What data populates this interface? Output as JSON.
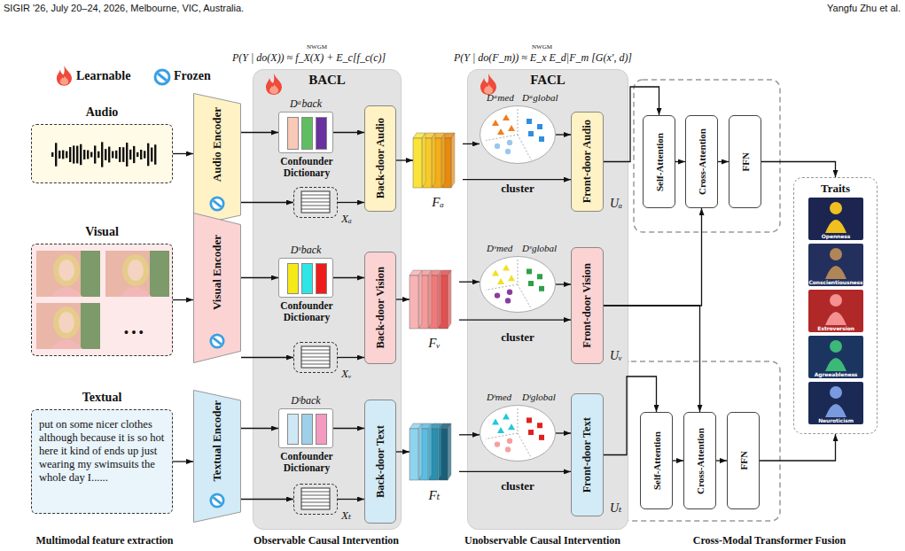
{
  "diagram": {
    "nodes": [
      {
        "text": [
          "Audio"
        ]
      },
      {
        "text": [
          "Visual"
        ]
      },
      {
        "text": [
          "Textual",
          "put on some nicer clothes although because it is so hot here it kind of ends up just wearing my swimsuits the whole day I......"
        ]
      },
      {
        "text": [
          "Audio Encoder"
        ]
      },
      {
        "text": [
          "Visual Encoder"
        ]
      },
      {
        "text": [
          "Textual Encoder"
        ]
      },
      {
        "text": [
          "BACL"
        ]
      },
      {
        "text": [
          "Dᵃback",
          "Confounder Dictionary"
        ],
        "in": 6
      },
      {
        "text": [
          "Xₐ"
        ],
        "in": 6
      },
      {
        "text": [
          "Back-door Audio"
        ],
        "in": 6
      },
      {
        "text": [
          "Dᵛback",
          "Confounder Dictionary"
        ],
        "in": 6
      },
      {
        "text": [
          "Xᵥ"
        ],
        "in": 6
      },
      {
        "text": [
          "Back-door Vision"
        ],
        "in": 6
      },
      {
        "text": [
          "Dᵗback",
          "Confounder Dictionary"
        ],
        "in": 6
      },
      {
        "text": [
          "Xₜ"
        ],
        "in": 6
      },
      {
        "text": [
          "Back-door Text"
        ],
        "in": 6
      },
      {
        "text": [
          "Fₐ"
        ]
      },
      {
        "text": [
          "Fᵥ"
        ]
      },
      {
        "text": [
          "Fₜ"
        ]
      },
      {
        "text": [
          "FACL"
        ]
      },
      {
        "text": [
          "Dᵃmed",
          "Dᵃglobal",
          "cluster"
        ],
        "in": 19
      },
      {
        "text": [
          "Front-door Audio",
          "Uₐ"
        ],
        "in": 19
      },
      {
        "text": [
          "Dᵛmed",
          "Dᵛglobal",
          "cluster"
        ],
        "in": 19
      },
      {
        "text": [
          "Front-door Vision",
          "Uᵥ"
        ],
        "in": 19
      },
      {
        "text": [
          "Dᵗmed",
          "Dᵗglobal",
          "cluster"
        ],
        "in": 19
      },
      {
        "text": [
          "Front-door Text",
          "Uₜ"
        ],
        "in": 19
      },
      {
        "text": [
          "Self-Attention"
        ]
      },
      {
        "text": [
          "Cross-Attention"
        ]
      },
      {
        "text": [
          "FFN"
        ]
      },
      {
        "text": [
          "Self-Attention"
        ]
      },
      {
        "text": [
          "Cross-Attention"
        ]
      },
      {
        "text": [
          "FFN"
        ]
      },
      {
        "text": [
          "Traits"
        ]
      },
      {
        "text": [
          "Openness"
        ],
        "in": 32
      },
      {
        "text": [
          "Conscientiousness"
        ],
        "in": 32
      },
      {
        "text": [
          "Extroversion"
        ],
        "in": 32
      },
      {
        "text": [
          "Agreeableness"
        ],
        "in": 32
      },
      {
        "text": [
          "Neuroticism"
        ],
        "in": 32
      }
    ],
    "edges": [
      {
        "from": 0,
        "to": 3,
        "arrow": "to"
      },
      {
        "from": 1,
        "to": 4,
        "arrow": "to"
      },
      {
        "from": 2,
        "to": 5,
        "arrow": "to"
      },
      {
        "from": 3,
        "to": 7,
        "arrow": "to"
      },
      {
        "from": 3,
        "to": 8,
        "arrow": "to"
      },
      {
        "from": 7,
        "to": 9,
        "arrow": "to"
      },
      {
        "from": 8,
        "to": 9,
        "arrow": "to"
      },
      {
        "from": 4,
        "to": 10,
        "arrow": "to"
      },
      {
        "from": 4,
        "to": 11,
        "arrow": "to"
      },
      {
        "from": 10,
        "to": 12,
        "arrow": "to"
      },
      {
        "from": 11,
        "to": 12,
        "arrow": "to"
      },
      {
        "from": 5,
        "to": 13,
        "arrow": "to"
      },
      {
        "from": 5,
        "to": 14,
        "arrow": "to"
      },
      {
        "from": 13,
        "to": 15,
        "arrow": "to"
      },
      {
        "from": 14,
        "to": 15,
        "arrow": "to"
      },
      {
        "from": 9,
        "to": 16,
        "arrow": "to"
      },
      {
        "from": 12,
        "to": 17,
        "arrow": "to"
      },
      {
        "from": 15,
        "to": 18,
        "arrow": "to"
      },
      {
        "from": 16,
        "to": 20,
        "arrow": "to"
      },
      {
        "from": 16,
        "to": 21,
        "arrow": "to"
      },
      {
        "from": 20,
        "to": 21,
        "arrow": "to"
      },
      {
        "from": 17,
        "to": 22,
        "arrow": "to"
      },
      {
        "from": 17,
        "to": 23,
        "arrow": "to"
      },
      {
        "from": 22,
        "to": 23,
        "arrow": "to"
      },
      {
        "from": 18,
        "to": 24,
        "arrow": "to"
      },
      {
        "from": 18,
        "to": 25,
        "arrow": "to"
      },
      {
        "from": 24,
        "to": 25,
        "arrow": "to"
      },
      {
        "from": 21,
        "to": 26,
        "arrow": "to"
      },
      {
        "from": 26,
        "to": 27,
        "arrow": "to"
      },
      {
        "from": 23,
        "to": 27,
        "arrow": "to"
      },
      {
        "from": 27,
        "to": 28,
        "arrow": "to"
      },
      {
        "from": 28,
        "to": 32,
        "arrow": "to"
      },
      {
        "from": 25,
        "to": 29,
        "arrow": "to"
      },
      {
        "from": 29,
        "to": 30,
        "arrow": "to"
      },
      {
        "from": 23,
        "to": 30,
        "arrow": "to"
      },
      {
        "from": 30,
        "to": 31,
        "arrow": "to"
      },
      {
        "from": 31,
        "to": 32,
        "arrow": "to"
      }
    ],
    "labels": [
      "SIGIR '26, July 20–24, 2026, Melbourne, VIC, Australia.",
      "Yangfu Zhu et al.",
      "P(Y | do(X)) ≈ f_X(X) + E_c[f_c(c)]",
      "NWGM",
      "P(Y | do(F_m)) ≈ E_x E_d|F_m [G(x', d)]",
      "NWGM",
      "• • •",
      "Multimodal feature extraction",
      "Observable Causal Intervention",
      "Unobservable Causal Intervention",
      "Cross-Modal Transformer Fusion"
    ],
    "legend": [
      {
        "text": "Learnable"
      },
      {
        "text": "Frozen"
      }
    ]
  }
}
